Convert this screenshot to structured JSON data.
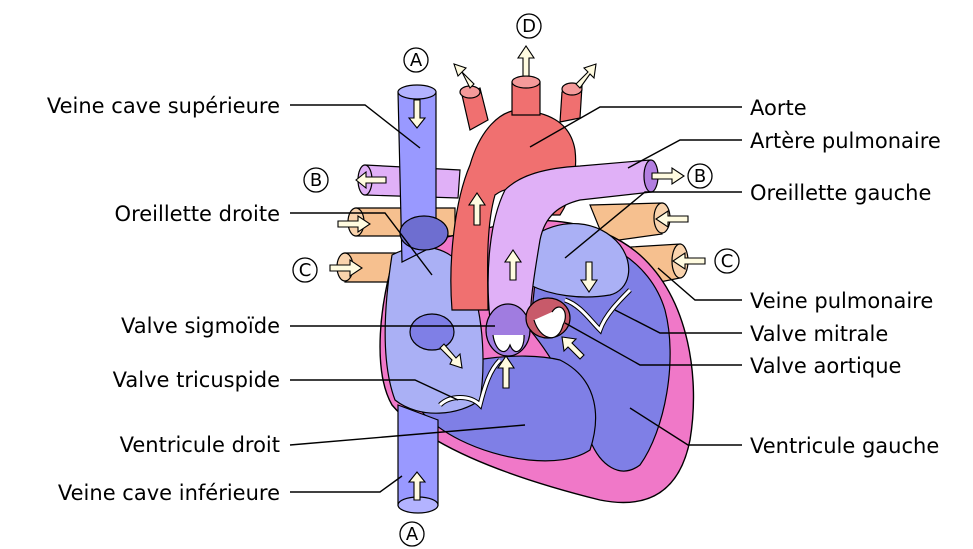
{
  "labels_left": {
    "vcs": "Veine cave supérieure",
    "od": "Oreillette droite",
    "vs": "Valve sigmoïde",
    "vt": "Valve tricuspide",
    "vd": "Ventricule droit",
    "vci": "Veine cave inférieure"
  },
  "labels_right": {
    "aorte": "Aorte",
    "ap": "Artère pulmonaire",
    "og": "Oreillette gauche",
    "vp": "Veine pulmonaire",
    "vm": "Valve mitrale",
    "va": "Valve aortique",
    "vg": "Ventricule gauche"
  },
  "markers": {
    "a_top": "A",
    "a_bottom": "A",
    "b_left": "B",
    "b_right": "B",
    "c_left": "C",
    "c_right": "C",
    "d_top": "D"
  },
  "colors": {
    "blue_vessel": "#9999ff",
    "right_heart": "#aab0f5",
    "ventricle_blue": "#7f7fe6",
    "aorta_red": "#f07070",
    "pulmonary_purple": "#e0b0f7",
    "pulmonary_vein": "#f6c08f",
    "pericardium_pink": "#f078c8"
  }
}
